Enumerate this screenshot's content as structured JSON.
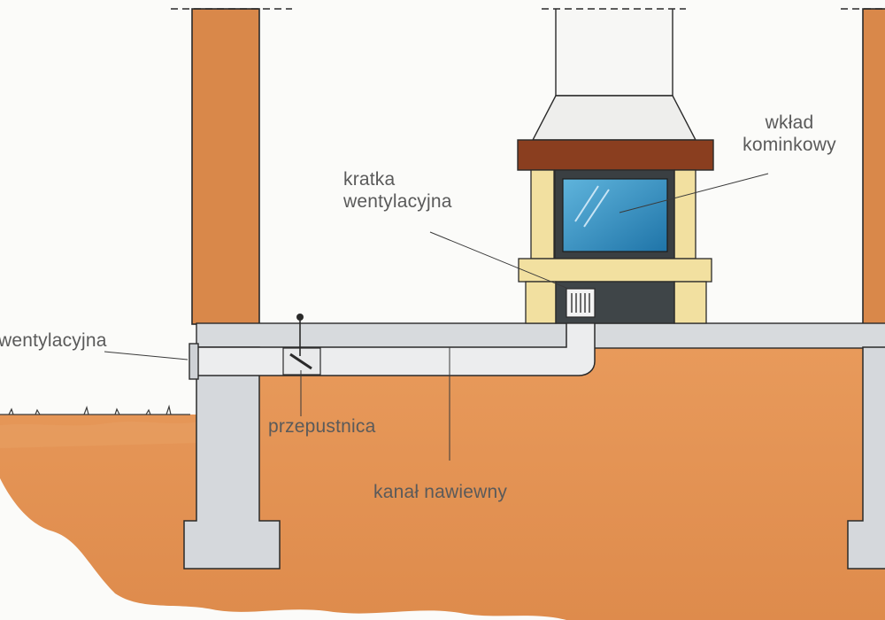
{
  "labels": {
    "outer_grille": "wentylacyjna",
    "damper": "przepustnica",
    "supply_duct": "kanał nawiewny",
    "fireplace_insert": [
      "wkład",
      "kominkowy"
    ],
    "room_grille": [
      "kratka",
      "wentylacyjna"
    ]
  },
  "colors": {
    "soil": "#e39456",
    "brick_wall": "#d9884a",
    "concrete": "#d7dadd",
    "mantel": "#8a3e1f",
    "stone": "#f2e0a0",
    "glass": "#2f8cc0",
    "firebox": "#3f4548",
    "outline": "#2a2a2a",
    "text": "#5a5a5a"
  }
}
